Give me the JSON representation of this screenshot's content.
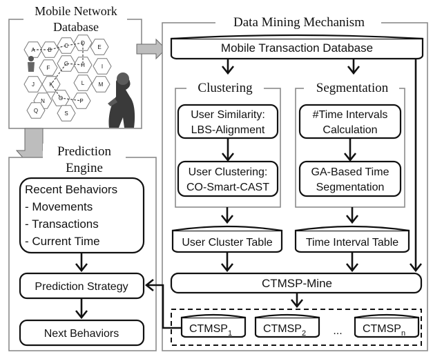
{
  "panels": {
    "mobile_db": {
      "title_line1": "Mobile Network",
      "title_line2": "Database"
    },
    "mining": {
      "title": "Data Mining Mechanism"
    },
    "prediction": {
      "title_line1": "Prediction",
      "title_line2": "Engine"
    },
    "clustering": {
      "title": "Clustering"
    },
    "segmentation": {
      "title": "Segmentation"
    }
  },
  "network_cells": [
    "A",
    "B",
    "C",
    "D",
    "E",
    "F",
    "G",
    "H",
    "I",
    "J",
    "K",
    "L",
    "M",
    "N",
    "O",
    "P",
    "Q",
    "S"
  ],
  "mining": {
    "transaction_db": "Mobile Transaction Database",
    "user_similarity": {
      "line1": "User Similarity:",
      "line2": "LBS-Alignment"
    },
    "user_clustering": {
      "line1": "User Clustering:",
      "line2": "CO-Smart-CAST"
    },
    "time_intervals": {
      "line1": "#Time Intervals",
      "line2": "Calculation"
    },
    "ga_segmentation": {
      "line1": "GA-Based Time",
      "line2": "Segmentation"
    },
    "user_cluster_table": "User Cluster Table",
    "time_interval_table": "Time Interval Table",
    "ctmsp_mine": "CTMSP-Mine",
    "patterns": [
      {
        "base": "CTMSP",
        "sub": "1"
      },
      {
        "base": "CTMSP",
        "sub": "2"
      },
      {
        "base": "CTMSP",
        "sub": "n"
      }
    ],
    "ellipsis": "..."
  },
  "prediction": {
    "recent_title": "Recent Behaviors",
    "recent_items": [
      "- Movements",
      "- Transactions",
      "- Current Time"
    ],
    "strategy": "Prediction Strategy",
    "next": "Next Behaviors"
  }
}
